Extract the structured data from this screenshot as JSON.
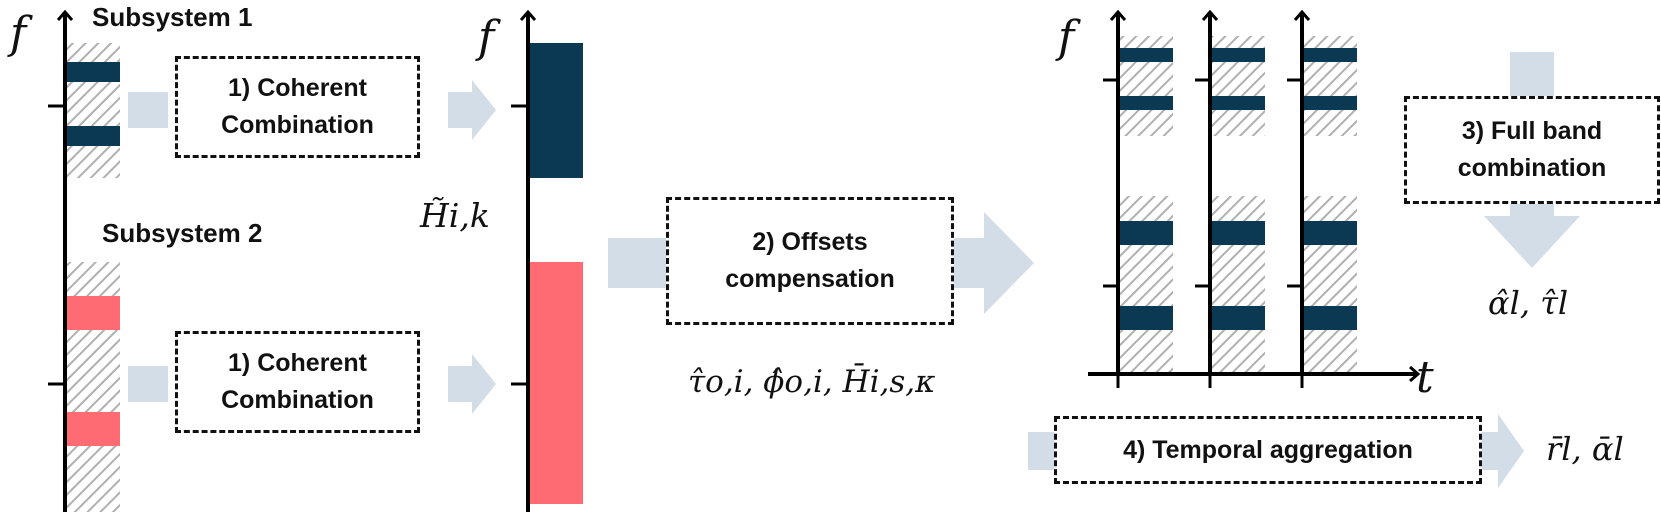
{
  "labels": {
    "subsystem_1": "Subsystem 1",
    "subsystem_2": "Subsystem 2"
  },
  "steps": {
    "coherent_1": [
      "1) Coherent",
      "Combination"
    ],
    "coherent_2": [
      "1) Coherent",
      "Combination"
    ],
    "offsets": [
      "2) Offsets",
      "compensation"
    ],
    "full_band": [
      "3) Full band",
      "combination"
    ],
    "temporal": "4) Temporal aggregation"
  },
  "axes": {
    "freq_symbol": "f",
    "time_symbol": "t"
  },
  "math": {
    "h_tilde": "H̃i,k",
    "offsets_params": "τ̂o,i, ϕ̂o,i, H̄i,s,κ",
    "alpha_tau": "α̂l, τ̂l",
    "r_alpha": "r̄l, ᾱl"
  },
  "colors": {
    "navy": "#0b3954",
    "coral": "#ff6b72",
    "arrow": "#d3dde7",
    "hatch": "#b5b5b5",
    "ink": "#111111"
  }
}
